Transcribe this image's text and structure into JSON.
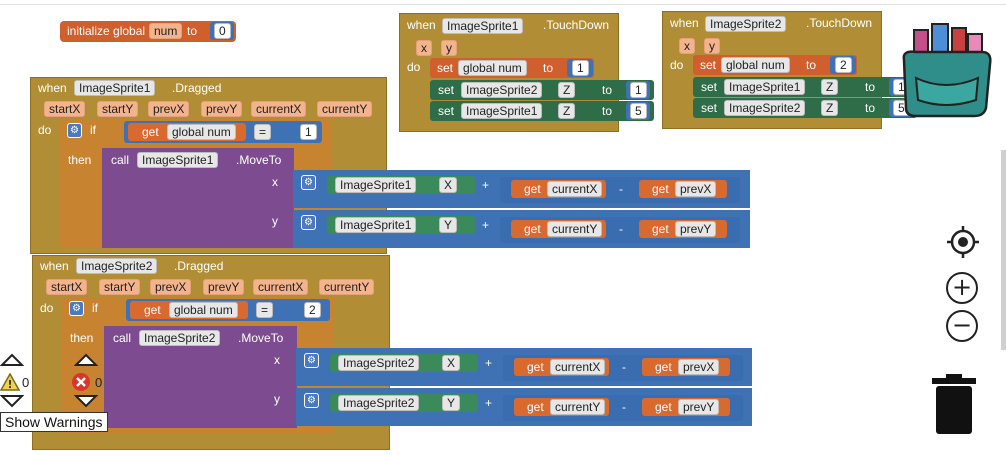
{
  "init": {
    "label": "initialize global",
    "var": "num",
    "to": "to",
    "value": "0"
  },
  "td1": {
    "when": "when",
    "comp": "ImageSprite1",
    "event": ".TouchDown",
    "p1": "x",
    "p2": "y",
    "do": "do",
    "set": "set",
    "svar": "global num",
    "to": "to",
    "sval": "1",
    "r1_set": "set",
    "r1_comp": "ImageSprite2",
    "r1_prop": "Z",
    "r1_to": "to",
    "r1_val": "1",
    "r2_set": "set",
    "r2_comp": "ImageSprite1",
    "r2_prop": "Z",
    "r2_to": "to",
    "r2_val": "5"
  },
  "td2": {
    "when": "when",
    "comp": "ImageSprite2",
    "event": ".TouchDown",
    "p1": "x",
    "p2": "y",
    "do": "do",
    "set": "set",
    "svar": "global num",
    "to": "to",
    "sval": "2",
    "r1_set": "set",
    "r1_comp": "ImageSprite1",
    "r1_prop": "Z",
    "r1_to": "to",
    "r1_val": "1",
    "r2_set": "set",
    "r2_comp": "ImageSprite2",
    "r2_prop": "Z",
    "r2_to": "to",
    "r2_val": "5"
  },
  "dr1": {
    "when": "when",
    "comp": "ImageSprite1",
    "event": ".Dragged",
    "params": [
      "startX",
      "startY",
      "prevX",
      "prevY",
      "currentX",
      "currentY"
    ],
    "do": "do",
    "if": "if",
    "get": "get",
    "gvar": "global num",
    "eq": "=",
    "cval": "1",
    "then": "then",
    "call": "call",
    "ccomp": "ImageSprite1",
    "method": ".MoveTo",
    "x": "x",
    "y": "y",
    "sx": "ImageSprite1",
    "px": "X",
    "py": "Y",
    "plus": "+",
    "minus": "-",
    "cur_x": "currentX",
    "prev_x": "prevX",
    "cur_y": "currentY",
    "prev_y": "prevY"
  },
  "dr2": {
    "when": "when",
    "comp": "ImageSprite2",
    "event": ".Dragged",
    "params": [
      "startX",
      "startY",
      "prevX",
      "prevY",
      "currentX",
      "currentY"
    ],
    "do": "do",
    "if": "if",
    "get": "get",
    "gvar": "global num",
    "eq": "=",
    "cval": "2",
    "then": "then",
    "call": "call",
    "ccomp": "ImageSprite2",
    "method": ".MoveTo",
    "x": "x",
    "y": "y",
    "sx": "ImageSprite2",
    "px": "X",
    "py": "Y",
    "plus": "+",
    "minus": "-",
    "cur_x": "currentX",
    "prev_x": "prevX",
    "cur_y": "currentY",
    "prev_y": "prevY"
  },
  "warnings": {
    "warn_count": "0",
    "err_count": "0",
    "button": "Show Warnings"
  },
  "icons": {
    "backpack": "backpack-icon",
    "target": "target-icon",
    "zoom_in": "zoom-in-icon",
    "zoom_out": "zoom-out-icon",
    "trash": "trash-icon"
  }
}
